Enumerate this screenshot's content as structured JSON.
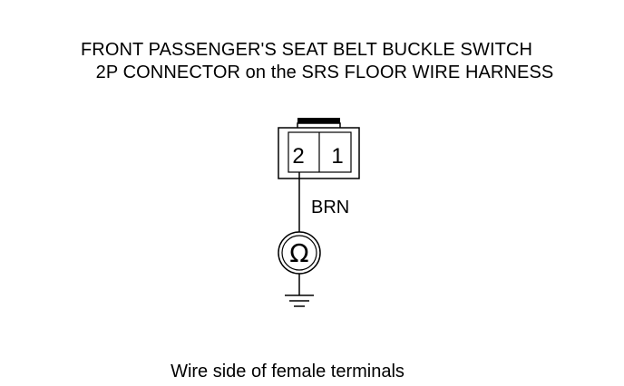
{
  "title": {
    "line1": "FRONT PASSENGER'S SEAT BELT BUCKLE SWITCH",
    "line2": "2P CONNECTOR on the SRS FLOOR WIRE HARNESS"
  },
  "connector": {
    "pins": [
      "2",
      "1"
    ]
  },
  "wire": {
    "color_label": "BRN"
  },
  "meter": {
    "symbol": "Ω"
  },
  "ground": {
    "icon": "ground-symbol-icon"
  },
  "caption": "Wire side of female terminals"
}
